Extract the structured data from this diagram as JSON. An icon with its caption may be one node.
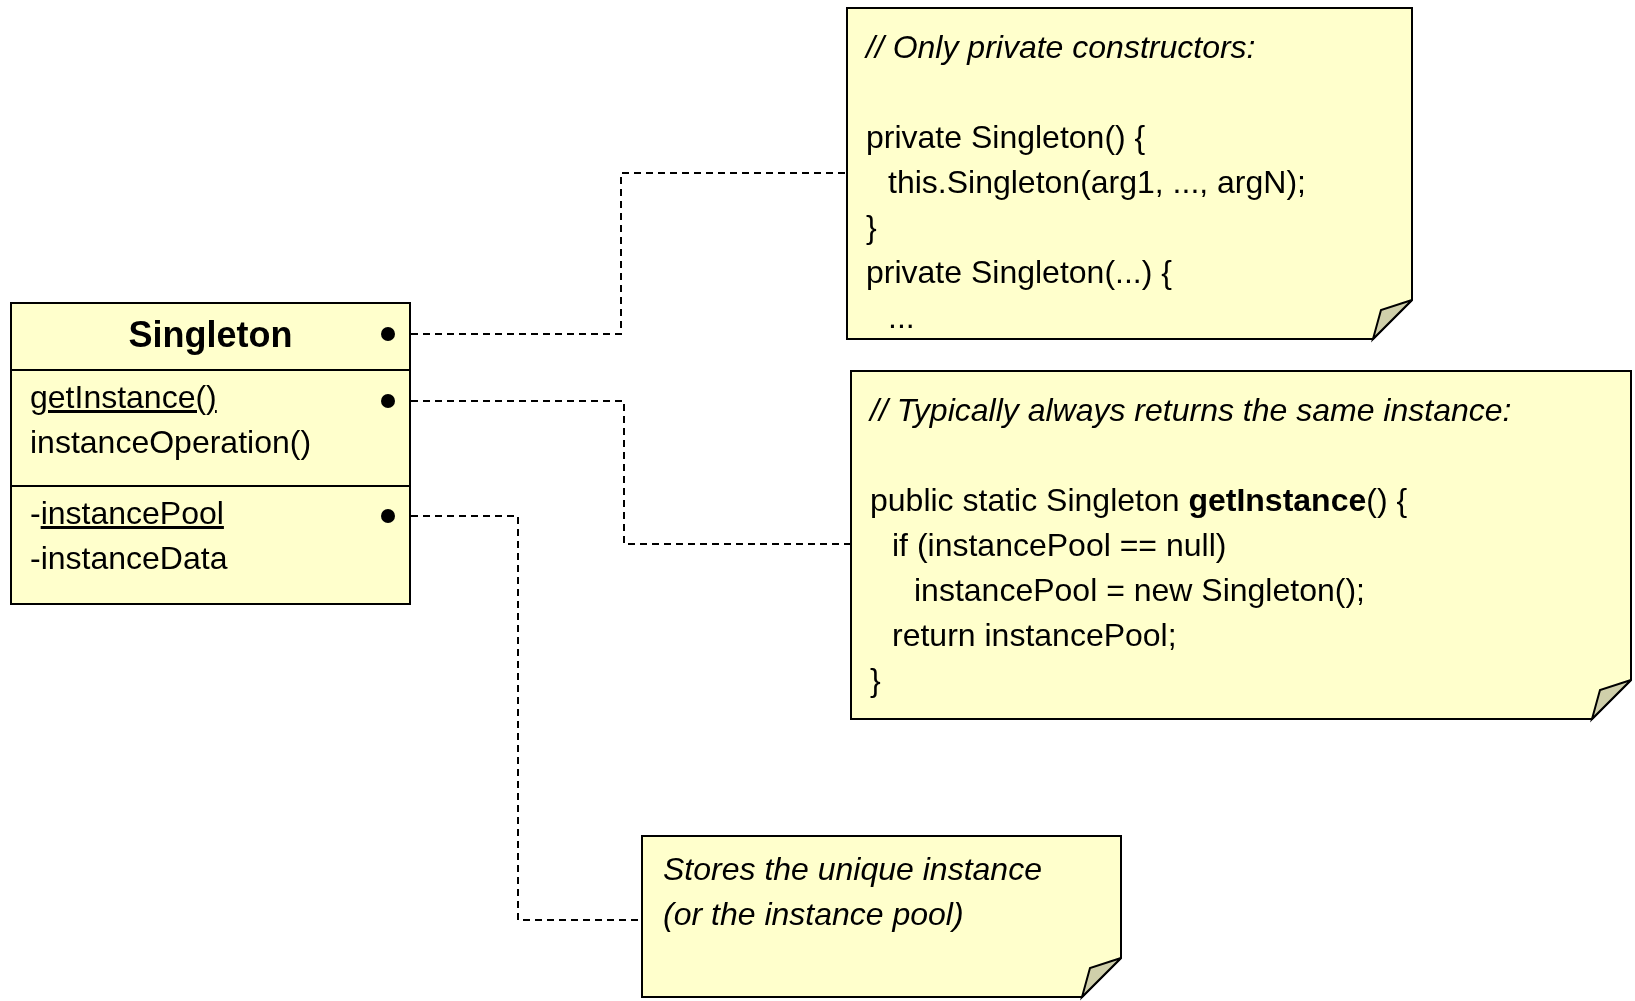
{
  "diagram": {
    "nodes": [
      {
        "text": [
          "Singleton"
        ]
      },
      {
        "text": [
          "getInstance()",
          "instanceOperation()"
        ],
        "in": 0
      },
      {
        "text": [
          "-instancePool",
          "-instanceData"
        ],
        "in": 0
      },
      {
        "text": [
          "// Only private constructors:",
          "private Singleton() {",
          "this.Singleton(arg1, ..., argN);",
          "}",
          "private Singleton(...) {",
          "..."
        ]
      },
      {
        "text": [
          "// Typically always returns the same instance:",
          "public static Singleton **getInstance**() {",
          "if (instancePool == null)",
          "instancePool = new Singleton();",
          "return instancePool;",
          "}"
        ]
      },
      {
        "text": [
          "Stores the unique instance (or the instance pool)"
        ]
      }
    ],
    "edges": [
      {
        "from": 0,
        "to": 3,
        "arrow": "other",
        "style": "dashed"
      },
      {
        "from": 1,
        "to": 4,
        "arrow": "other",
        "style": "dashed"
      },
      {
        "from": 2,
        "to": 5,
        "arrow": "other",
        "style": "dashed"
      }
    ]
  }
}
